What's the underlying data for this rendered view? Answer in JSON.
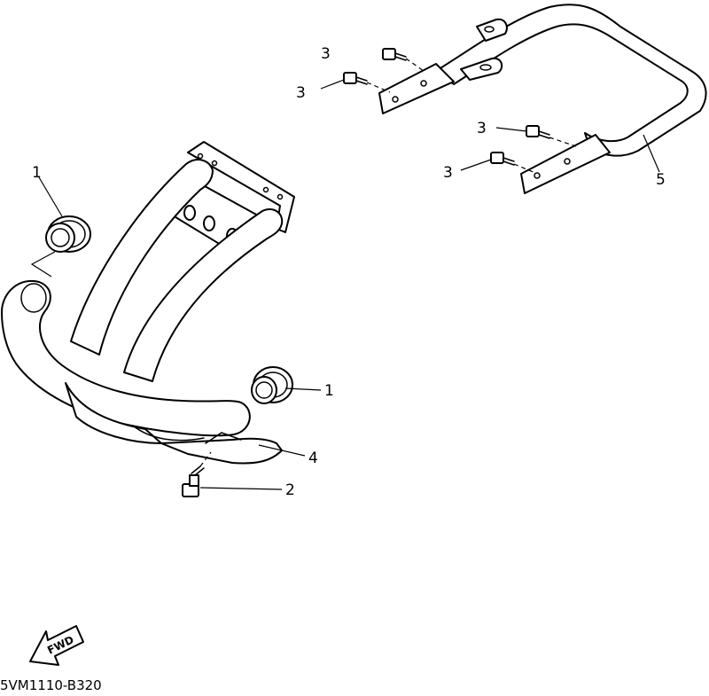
{
  "callouts": {
    "grommet_upper": "1",
    "grommet_lower": "1",
    "bolt_bottom": "2",
    "bolt_rear_a": "3",
    "bolt_rear_b": "3",
    "bolt_rear_c": "3",
    "bolt_rear_d": "3",
    "bracket": "4",
    "rear_guard": "5"
  },
  "fwd_label": "FWD",
  "diagram_code": "5VM1110-B320"
}
